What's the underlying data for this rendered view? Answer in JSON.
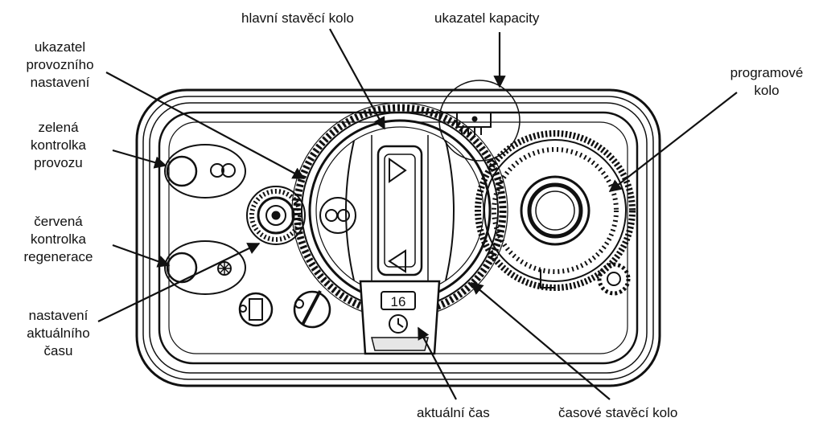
{
  "labels": {
    "main_wheel": "hlavní stavěcí kolo",
    "capacity_indicator": "ukazatel kapacity",
    "operating_setting": [
      "ukazatel",
      "provozního",
      "nastavení"
    ],
    "program_wheel": [
      "programové",
      "kolo"
    ],
    "green_light": [
      "zelená",
      "kontrolka",
      "provozu"
    ],
    "red_light": [
      "červená",
      "kontrolka",
      "regenerace"
    ],
    "time_setting": [
      "nastavení",
      "aktuálního",
      "času"
    ],
    "current_time": "aktuální čas",
    "time_wheel": "časové stavěcí kolo"
  },
  "device": {
    "time_window": "16"
  },
  "colors": {
    "ink": "#111111",
    "paper": "#ffffff",
    "light_gray": "#e6e6e6"
  }
}
